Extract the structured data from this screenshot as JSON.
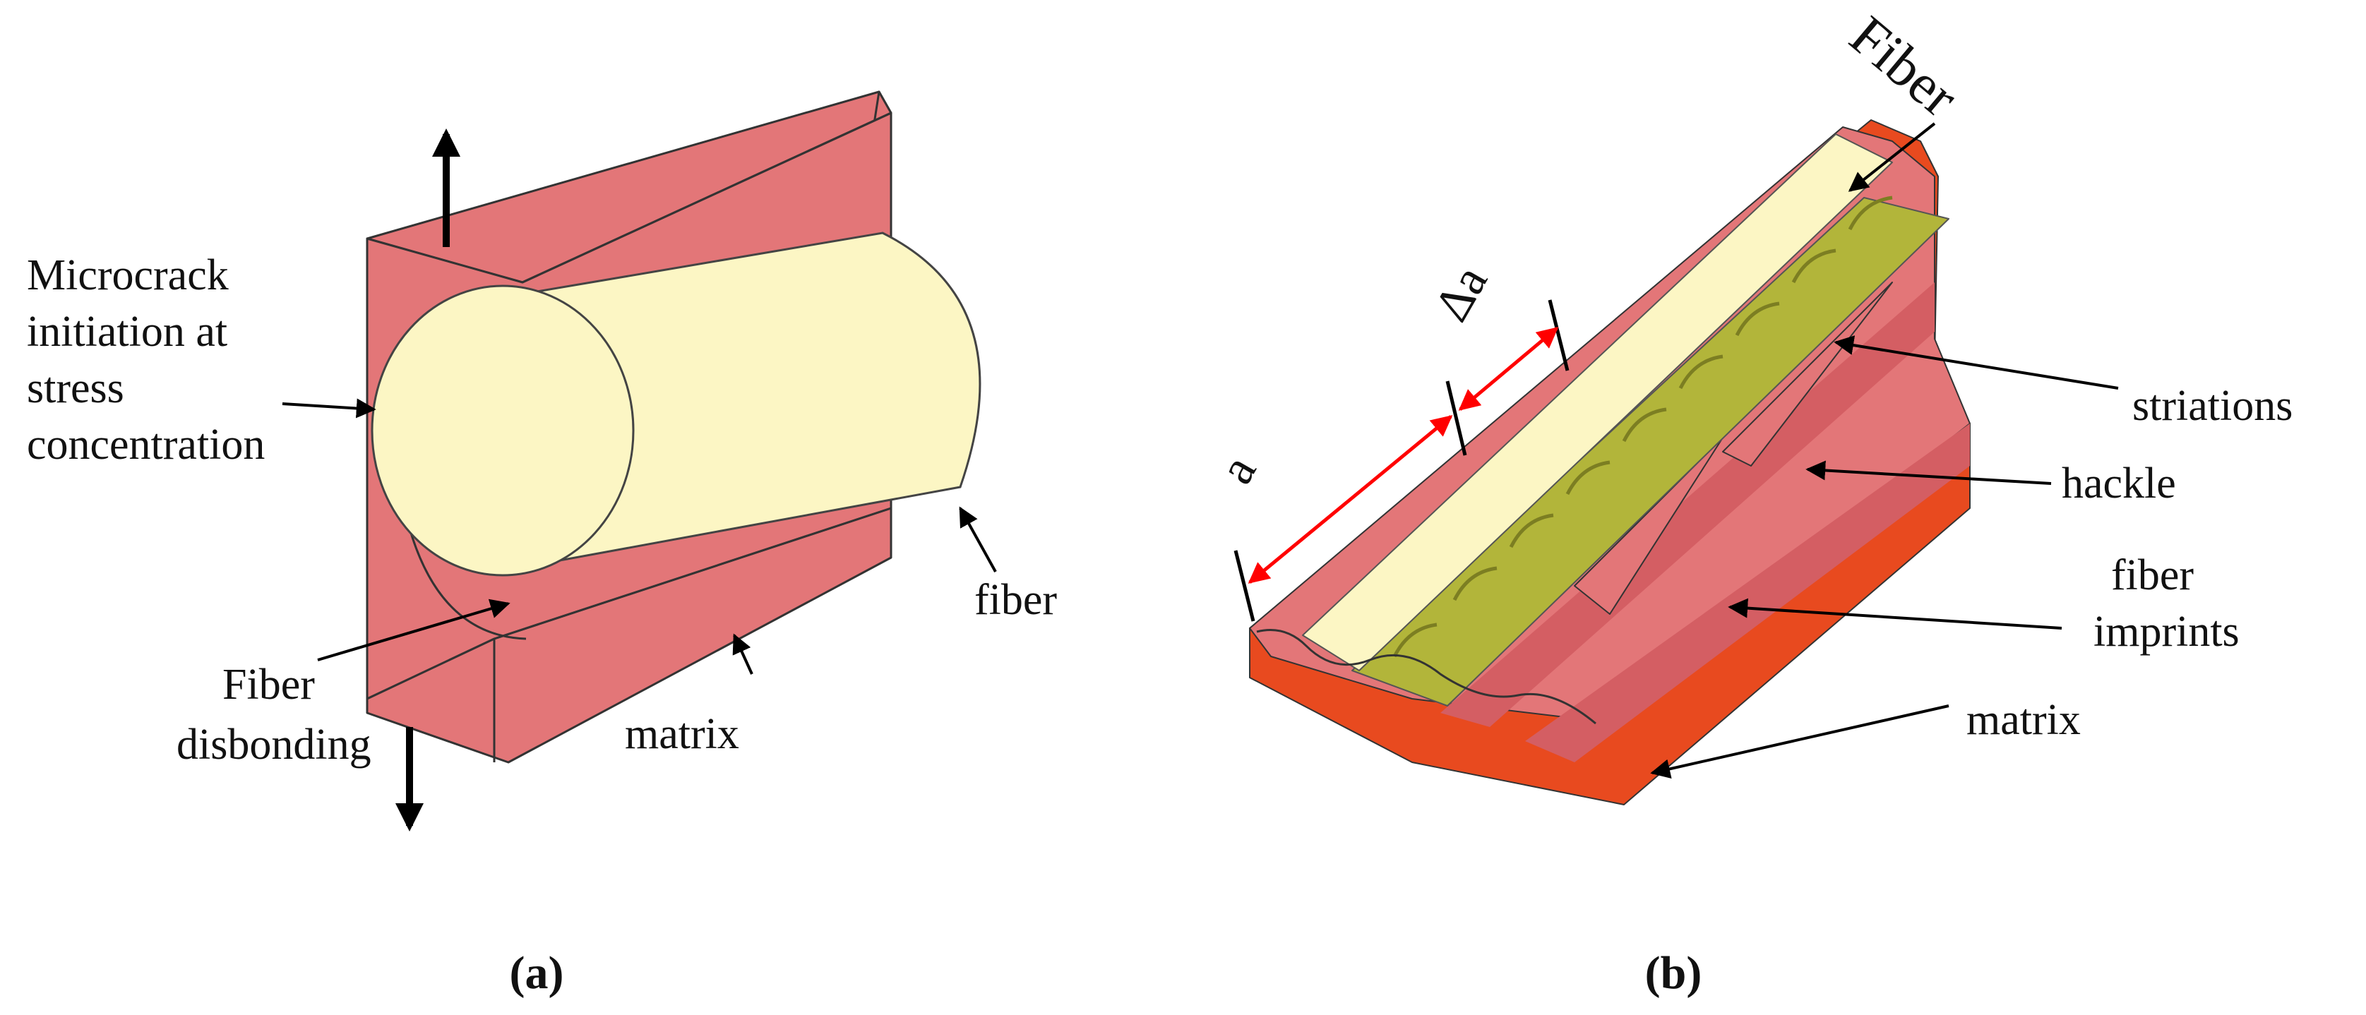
{
  "panel_a": {
    "caption": "(a)",
    "labels": {
      "microcrack_line1": "Microcrack",
      "microcrack_line2": "initiation at",
      "microcrack_line3": "stress",
      "microcrack_line4": "concentration",
      "fiber": "fiber",
      "disbond_line1": "Fiber",
      "disbond_line2": "disbonding",
      "matrix": "matrix"
    }
  },
  "panel_b": {
    "caption": "(b)",
    "labels": {
      "fiber": "Fiber",
      "delta_a": "Δa",
      "a": "a",
      "striations": "striations",
      "hackle": "hackle",
      "imprints_line1": "fiber",
      "imprints_line2": "imprints",
      "matrix": "matrix"
    }
  },
  "colors": {
    "matrix_face": "#e37678",
    "matrix_dark": "#e84a1f",
    "fiber": "#fcf6c4",
    "fiber_edge": "#444444",
    "striation": "#b2b53a",
    "dimension": "#ff0000",
    "arrow": "#000000"
  }
}
